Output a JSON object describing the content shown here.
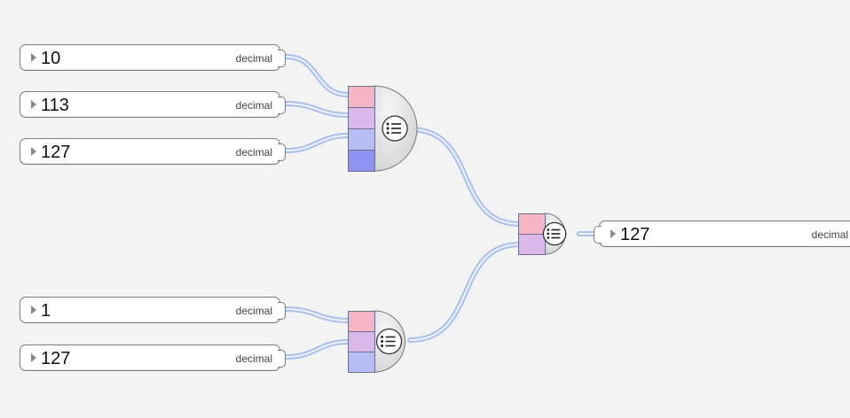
{
  "inputs": [
    {
      "value": "10",
      "unit": "decimal"
    },
    {
      "value": "113",
      "unit": "decimal"
    },
    {
      "value": "127",
      "unit": "decimal"
    },
    {
      "value": "1",
      "unit": "decimal"
    },
    {
      "value": "127",
      "unit": "decimal"
    }
  ],
  "output": {
    "value": "127",
    "unit": "decimal"
  },
  "colors": {
    "background": "#f3f3f3",
    "wire": "#a9c0ee",
    "wire_core": "#f0f4ff",
    "port_pink": "#f4b6c4",
    "port_mauve": "#dab8ea",
    "port_lavender": "#b7bdf6",
    "port_blue": "#8c93f0",
    "block_body": "#d3d3d3"
  },
  "icons": {
    "block": "list-max-icon",
    "expand": "triangle-right-icon"
  }
}
